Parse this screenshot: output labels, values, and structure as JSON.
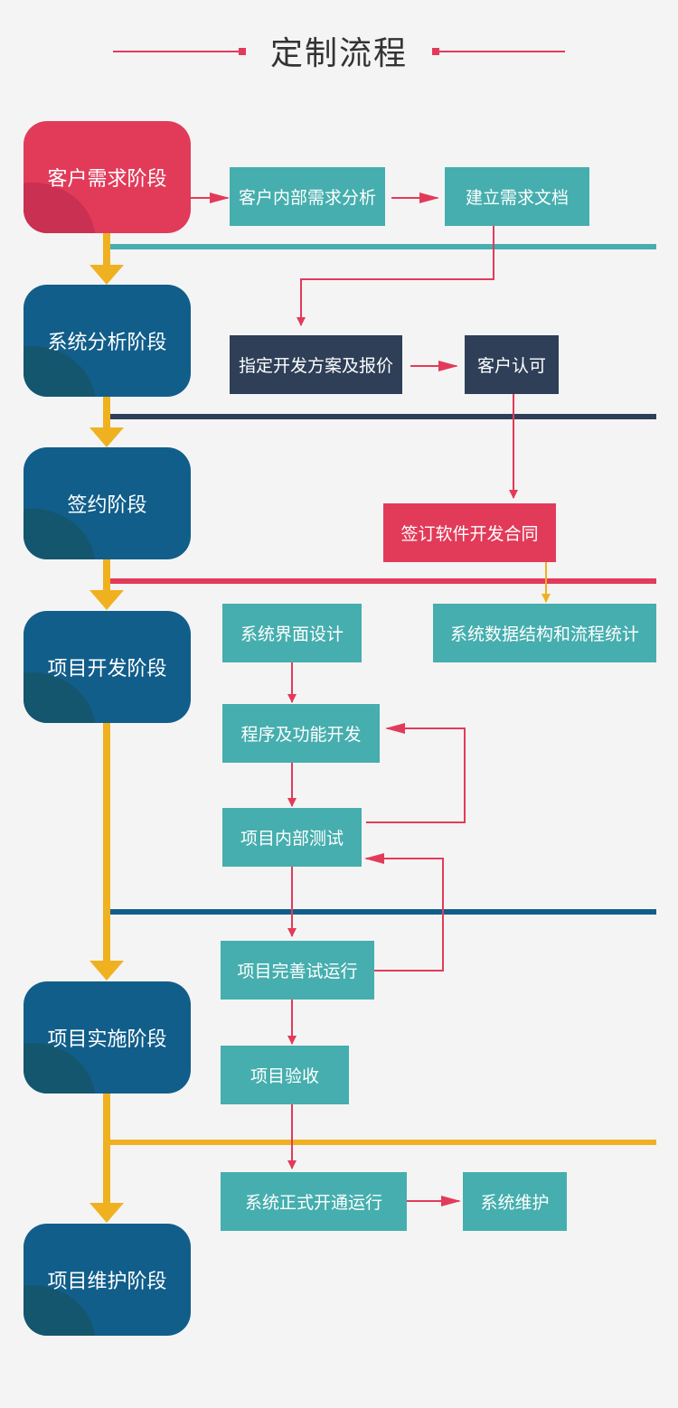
{
  "title": "定制流程",
  "colors": {
    "red": "#e23b5a",
    "teal": "#46aeae",
    "navy": "#2e3f57",
    "blue": "#115e8b",
    "blue_shade": "#15566f",
    "red_shade": "#c93052",
    "yellow": "#f0b120",
    "background": "#f4f4f4"
  },
  "stages": [
    {
      "label": "客户需求阶段",
      "color": "red"
    },
    {
      "label": "系统分析阶段",
      "color": "blue"
    },
    {
      "label": "签约阶段",
      "color": "blue"
    },
    {
      "label": "项目开发阶段",
      "color": "blue"
    },
    {
      "label": "项目实施阶段",
      "color": "blue"
    },
    {
      "label": "项目维护阶段",
      "color": "blue"
    }
  ],
  "steps": {
    "requirement_analysis": "客户内部需求分析",
    "requirement_doc": "建立需求文档",
    "plan_quote": "指定开发方案及报价",
    "client_approval": "客户认可",
    "sign_contract": "签订软件开发合同",
    "ui_design": "系统界面设计",
    "data_structure": "系统数据结构和流程统计",
    "program_dev": "程序及功能开发",
    "internal_test": "项目内部测试",
    "trial_run": "项目完善试运行",
    "acceptance": "项目验收",
    "go_live": "系统正式开通运行",
    "maintenance": "系统维护"
  },
  "separators": [
    "teal",
    "navy",
    "red",
    "blue",
    "yellow"
  ],
  "edges": [
    {
      "from": "stage-1",
      "to": "requirement_analysis"
    },
    {
      "from": "requirement_analysis",
      "to": "requirement_doc"
    },
    {
      "from": "requirement_doc",
      "to": "plan_quote"
    },
    {
      "from": "plan_quote",
      "to": "client_approval"
    },
    {
      "from": "client_approval",
      "to": "sign_contract"
    },
    {
      "from": "sign_contract",
      "to": "data_structure"
    },
    {
      "from": "ui_design",
      "to": "program_dev"
    },
    {
      "from": "program_dev",
      "to": "internal_test"
    },
    {
      "from": "internal_test",
      "to": "program_dev"
    },
    {
      "from": "internal_test",
      "to": "trial_run"
    },
    {
      "from": "trial_run",
      "to": "internal_test"
    },
    {
      "from": "trial_run",
      "to": "acceptance"
    },
    {
      "from": "acceptance",
      "to": "go_live"
    },
    {
      "from": "go_live",
      "to": "maintenance"
    }
  ]
}
